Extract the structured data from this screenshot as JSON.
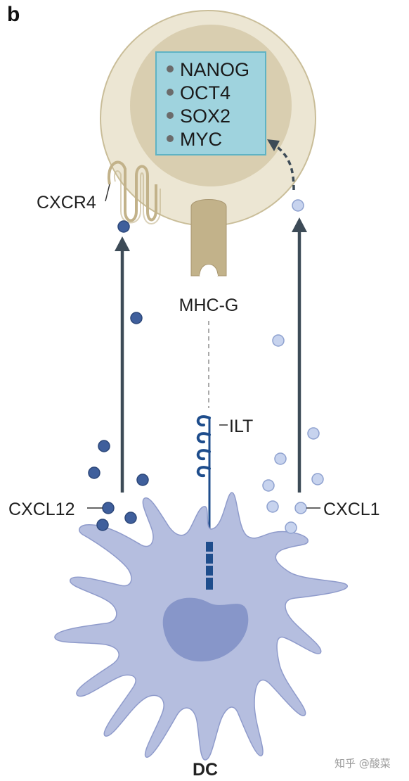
{
  "panel_label": "b",
  "genes": [
    "NANOG",
    "OCT4",
    "SOX2",
    "MYC"
  ],
  "labels": {
    "cxcr4": "CXCR4",
    "mhc_g": "MHC-G",
    "ilt": "ILT",
    "cxcl12": "CXCL12",
    "cxcl1": "CXCL1",
    "dc": "DC"
  },
  "watermark": "知乎 @酸菜",
  "colors": {
    "cell_outer": "#ece6d3",
    "cell_outer_stroke": "#c9bd98",
    "nucleus": "#d9ceb0",
    "gene_box": "#9fd3de",
    "gene_box_stroke": "#5fb3c4",
    "receptor": "#c2b28a",
    "arrow": "#3d4b57",
    "cxcl12_dot": "#3f5f9c",
    "cxcl1_dot": "#c7d3ee",
    "ilt": "#1e4d8c",
    "dc_body": "#b5bedf",
    "dc_nucleus": "#8796c9"
  }
}
